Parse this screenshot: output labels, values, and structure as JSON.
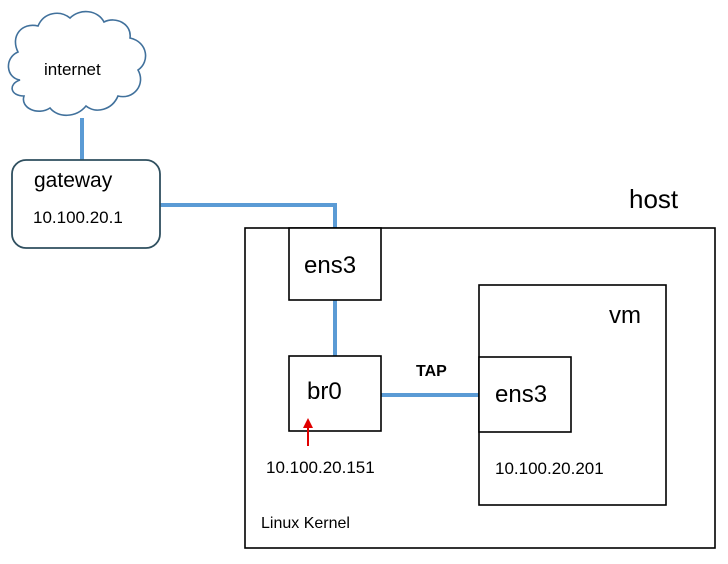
{
  "nodes": {
    "internet": "internet",
    "gateway": "gateway",
    "gateway_ip": "10.100.20.1",
    "host": "host",
    "host_nic": "ens3",
    "bridge": "br0",
    "bridge_ip": "10.100.20.151",
    "link_label": "TAP",
    "vm": "vm",
    "vm_nic": "ens3",
    "vm_ip": "10.100.20.201",
    "kernel": "Linux Kernel"
  },
  "colors": {
    "link": "#5b9bd5",
    "outline": "#2f4f5f",
    "box_stroke": "#000000",
    "cloud_stroke": "#41719c",
    "arrow": "#e00000"
  },
  "icons": {
    "internet": "cloud-icon",
    "bridge_marker": "up-arrow-icon"
  }
}
